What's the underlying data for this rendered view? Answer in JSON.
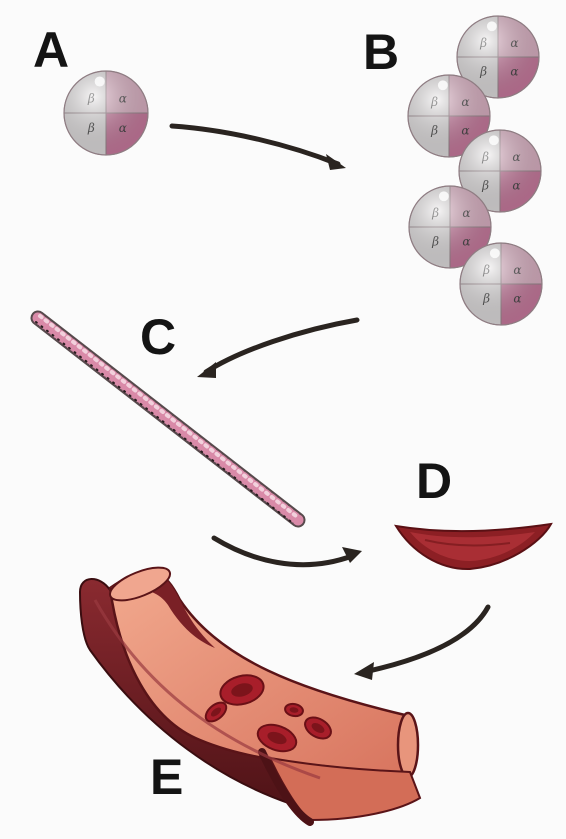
{
  "panels": [
    {
      "id": "A",
      "label": "A",
      "depicts": "hemoglobin-tetramer"
    },
    {
      "id": "B",
      "label": "B",
      "depicts": "tetramer-polymer-chain"
    },
    {
      "id": "C",
      "label": "C",
      "depicts": "long-fiber"
    },
    {
      "id": "D",
      "label": "D",
      "depicts": "sickled-red-cell"
    },
    {
      "id": "E",
      "label": "E",
      "depicts": "blood-vessel-with-cells"
    }
  ],
  "subunit_labels": {
    "alpha": "α",
    "beta": "β"
  },
  "colors": {
    "subunit_white": "#ece9ea",
    "subunit_pink": "#d27fa5",
    "arrow": "#2a2420",
    "vessel_wall": "#6e1c22",
    "vessel_lumen": "#e8957c",
    "cell": "#a81e2a",
    "fiber_pink": "#d98aa8",
    "fiber_dark": "#3b2b2e"
  }
}
